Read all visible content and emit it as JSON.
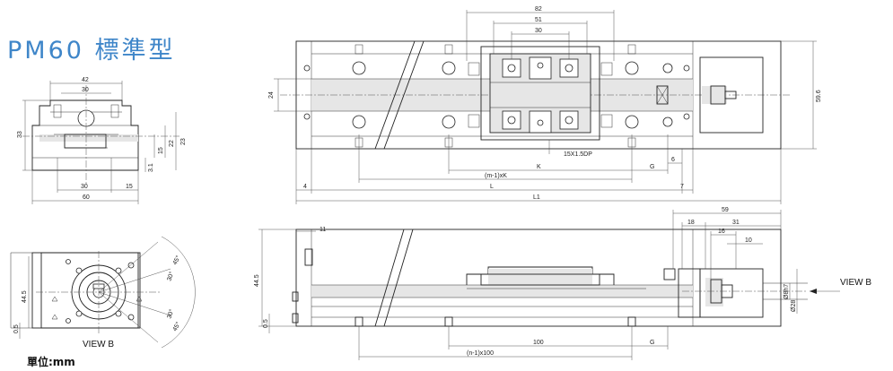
{
  "title": "PM60 標準型",
  "unit_note": "單位:mm",
  "front_view": {
    "labels": {
      "width_top": "42",
      "rail_span": "30",
      "height_total": "33",
      "height_23": "23",
      "height_22": "22",
      "height_15": "15",
      "height_3_1": "3.1",
      "base_span": "30",
      "offset_15": "15",
      "base_width": "60"
    }
  },
  "end_view": {
    "caption": "VIEW B",
    "labels": {
      "height": "44.5",
      "offset": "0.5",
      "angle_45a": "45°",
      "angle_30a": "30°",
      "angle_30b": "30°",
      "angle_45b": "45°"
    }
  },
  "top_view": {
    "labels": {
      "dim_82": "82",
      "dim_51": "51",
      "dim_30": "30",
      "dim_24": "24",
      "dim_59_6": "59.6",
      "tap": "15X1.5DP",
      "k": "K",
      "g": "G",
      "dim_6": "6",
      "mk": "(m-1)xK",
      "l": "L",
      "dim_4": "4",
      "dim_7": "7",
      "l1": "L1"
    }
  },
  "side_view": {
    "labels": {
      "dim_59": "59",
      "dim_18": "18",
      "dim_31": "31",
      "dim_16": "16",
      "dim_10": "10",
      "dim_11": "11",
      "height": "44.5",
      "offset": "0.5",
      "shaft_phi8": "Ø8h7",
      "shaft_phi28": "Ø28",
      "pitch": "100",
      "g": "G",
      "nx": "(n-1)x100"
    },
    "view_label": "VIEW  B"
  },
  "colors": {
    "title": "#3f86c9",
    "line": "#222222",
    "shade": "#e6e6e6"
  }
}
